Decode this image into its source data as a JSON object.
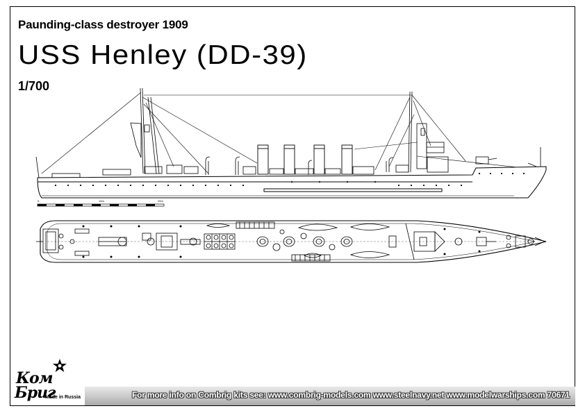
{
  "header": {
    "subtitle": "Paunding-class destroyer 1909",
    "title": "USS Henley (DD-39)",
    "scale": "1/700"
  },
  "footer": {
    "info_text": "For more info on Combrig kits see: www.combrig-models.com www.steelnavy.net  www.modelwarships.com  70671"
  },
  "logo": {
    "line1": "Ком",
    "line2": "Бриг",
    "made_in": "Made in Russia"
  },
  "scale_bar": {
    "labels": [
      "0",
      "10m",
      "20m"
    ]
  },
  "colors": {
    "ink": "#000000",
    "background": "#ffffff",
    "footer_gradient_top": "#e8e8e8",
    "footer_gradient_bottom": "#a9a9a9"
  }
}
